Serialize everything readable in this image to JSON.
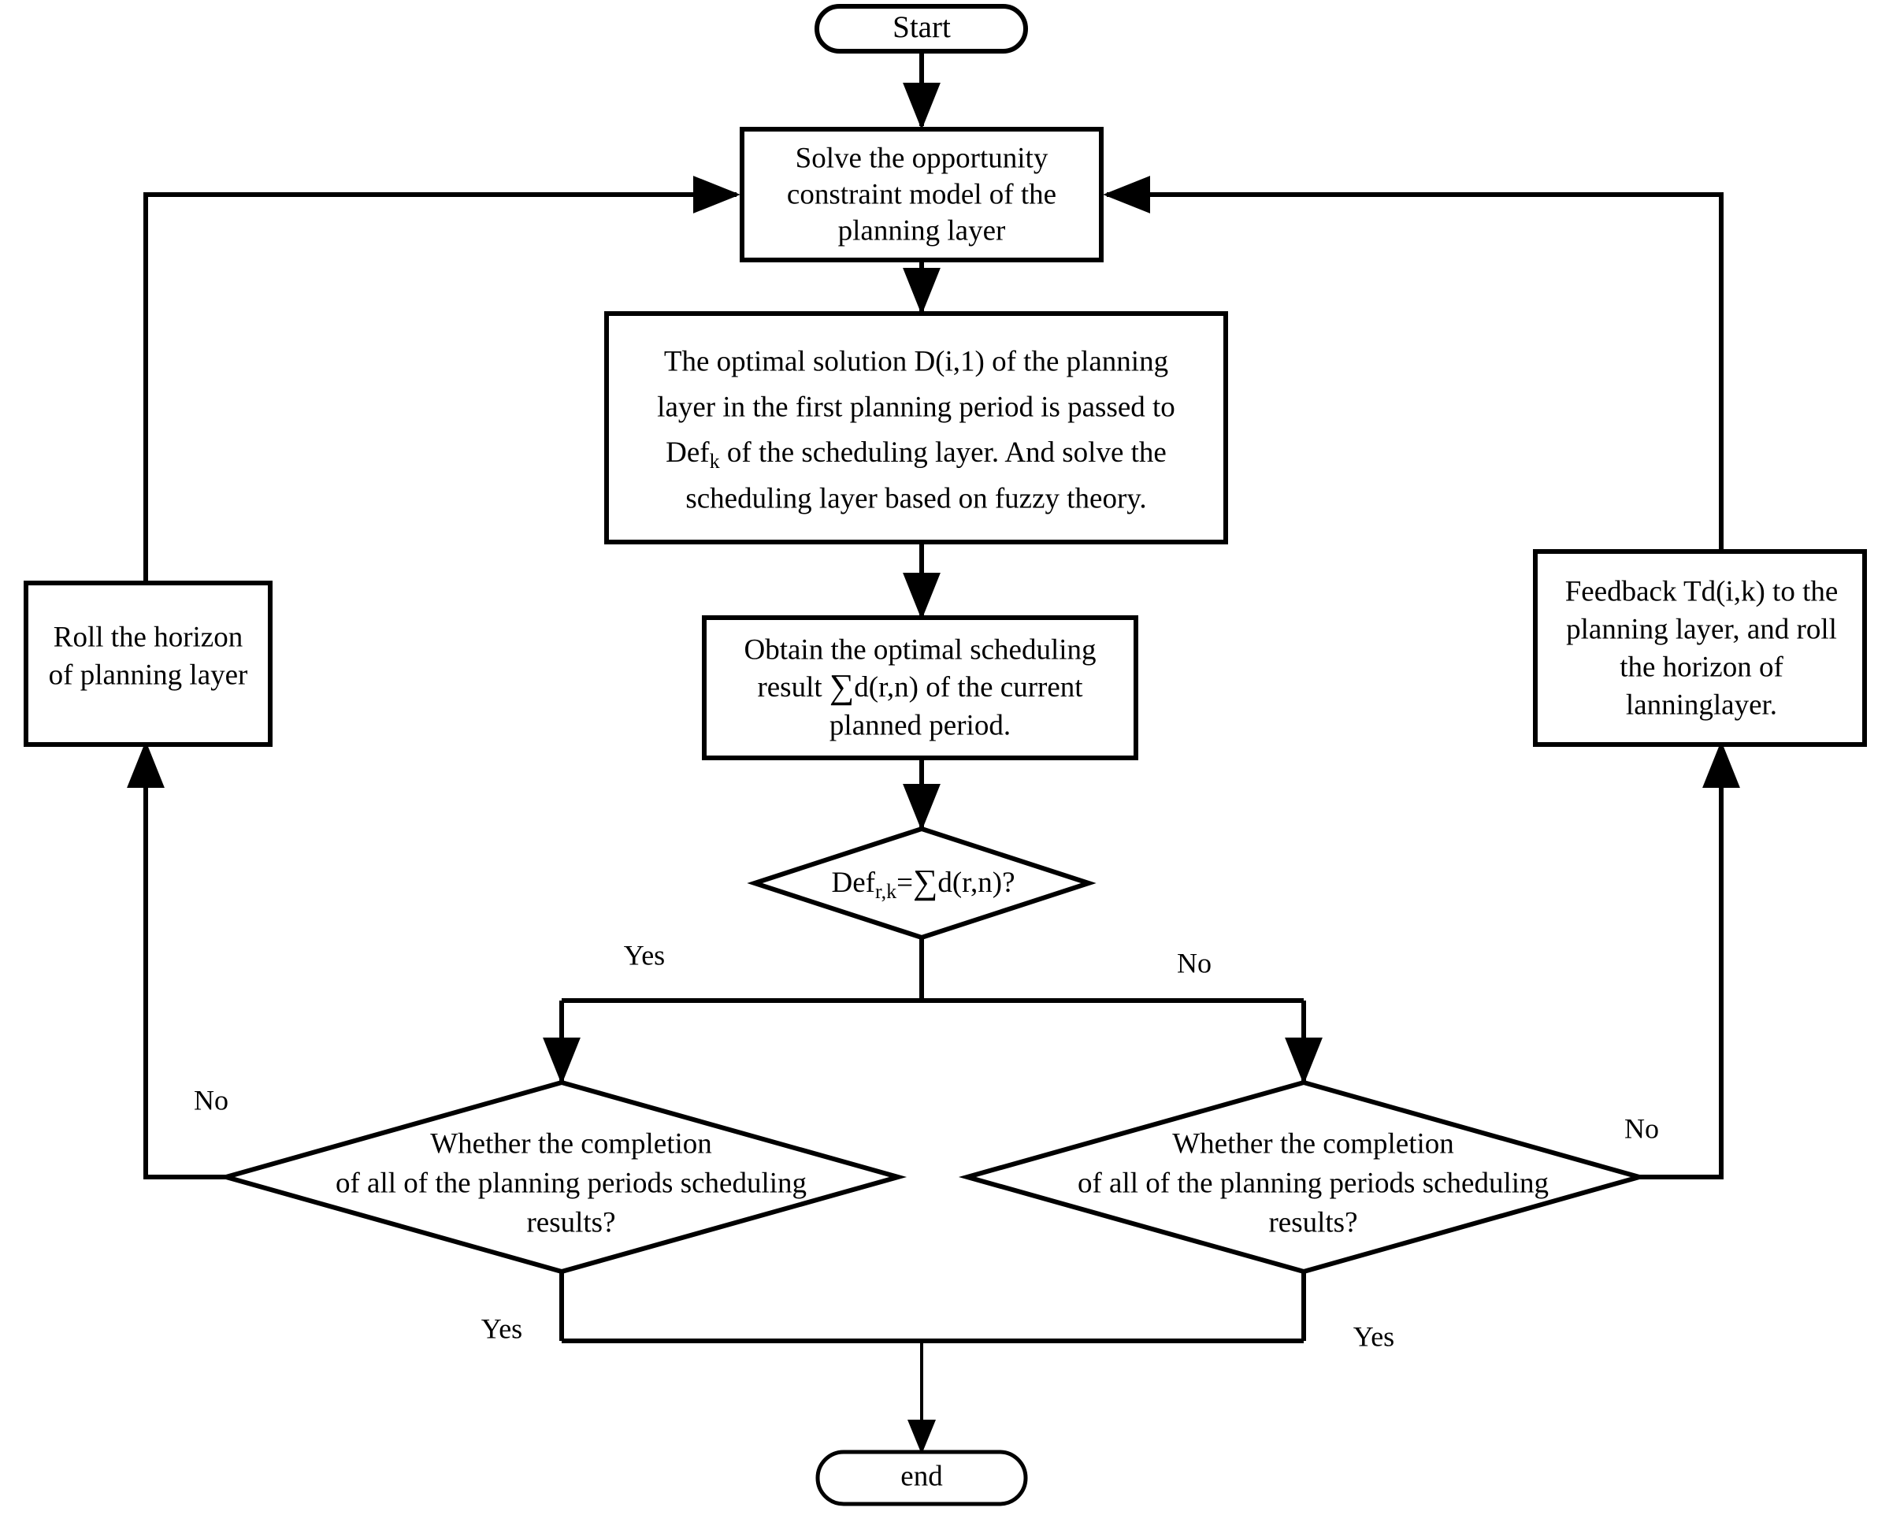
{
  "diagram": {
    "title": "Rolling horizon planning and scheduling flowchart",
    "background_color": "#ffffff",
    "line_color": "#000000",
    "nodes": {
      "start": {
        "label": "Start",
        "shape": "terminator"
      },
      "solve_planning": {
        "shape": "process",
        "lines": [
          "Solve the opportunity",
          "constraint model of the",
          "planning layer"
        ]
      },
      "pass_to_scheduling": {
        "shape": "process",
        "lines": [
          "The optimal solution D(i,1) of the planning",
          "layer in the first planning period is passed to",
          "Def_k of the scheduling layer. And solve the",
          "scheduling layer based on fuzzy theory."
        ],
        "line3_prefix": "Def",
        "line3_subscript": "k",
        "line3_suffix": " of the scheduling layer. And solve the"
      },
      "obtain_result": {
        "shape": "process",
        "lines": [
          "Obtain the optimal scheduling",
          "result ∑d(r,n) of the current",
          "planned period."
        ],
        "line2_prefix": "result ",
        "line2_sum": "∑",
        "line2_suffix": "d(r,n) of the current"
      },
      "compare_decision": {
        "shape": "decision",
        "text_prefix": "Def",
        "text_subscript": "r,k",
        "text_equals": "=",
        "text_sum": "∑",
        "text_suffix": "d(r,n)?"
      },
      "roll_horizon_left": {
        "shape": "process",
        "lines": [
          "Roll the horizon",
          "of planning layer"
        ]
      },
      "feedback_right": {
        "shape": "process",
        "lines": [
          "Feedback Td(i,k) to the",
          "planning layer, and roll",
          "the horizon of",
          "lanninglayer."
        ]
      },
      "completion_left": {
        "shape": "decision",
        "lines": [
          "Whether the completion",
          "of all of the planning periods scheduling",
          "results?"
        ]
      },
      "completion_right": {
        "shape": "decision",
        "lines": [
          "Whether the completion",
          "of all of the planning periods scheduling",
          "results?"
        ]
      },
      "end": {
        "label": "end",
        "shape": "terminator"
      }
    },
    "edge_labels": {
      "compare_yes": "Yes",
      "compare_no": "No",
      "left_no": "No",
      "left_yes": "Yes",
      "right_no": "No",
      "right_yes": "Yes"
    }
  }
}
